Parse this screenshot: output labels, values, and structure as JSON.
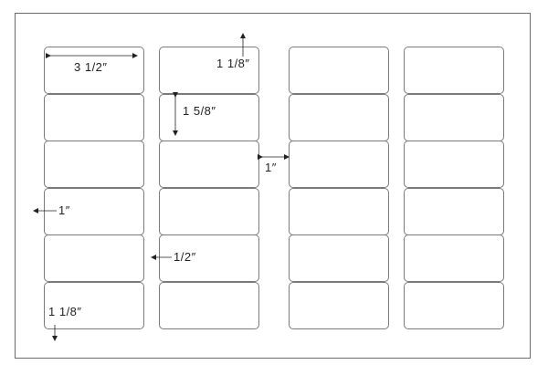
{
  "dimensions": {
    "label_width": "3 1/2″",
    "top_margin": "1 1/8″",
    "label_height": "1 5/8″",
    "center_gap": "1″",
    "left_margin": "1″",
    "column_gap": "1/2″",
    "bottom_margin": "1 1/8″"
  },
  "layout": {
    "columns": 4,
    "rows": 6
  }
}
